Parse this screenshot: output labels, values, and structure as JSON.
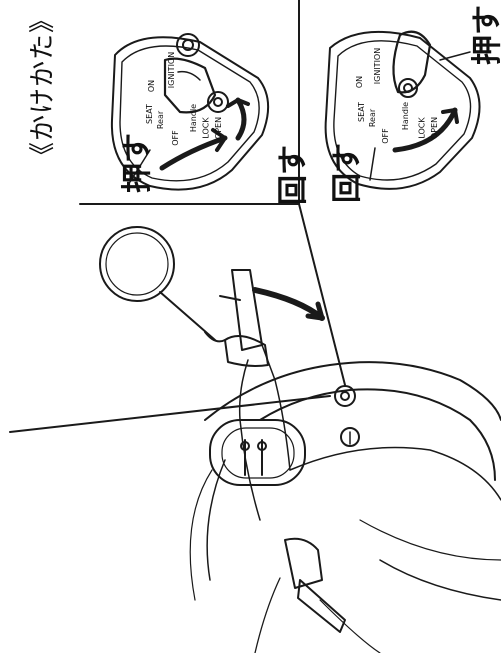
{
  "title": "《かけかた》",
  "panel_left": {
    "push_label": "押す",
    "turn_label": "回す",
    "markings": [
      "SEAT",
      "Rear",
      "OFF",
      "ON",
      "IGNITION",
      "Handle",
      "LOCK",
      "OPEN"
    ]
  },
  "panel_right": {
    "push_label": "押す",
    "turn_label": "回す",
    "markings": [
      "SEAT",
      "Rear",
      "OFF",
      "ON",
      "IGNITION",
      "Handle",
      "LOCK",
      "OPEN"
    ]
  },
  "colors": {
    "line": "#1a1a1a",
    "background": "#ffffff"
  }
}
